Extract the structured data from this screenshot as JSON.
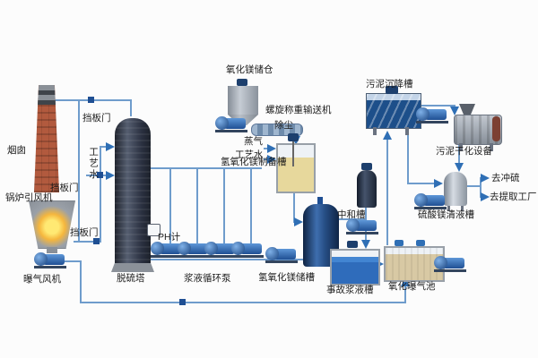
{
  "diagram": {
    "labels": {
      "chimney": "烟囱",
      "boiler_fan": "锅炉引风机",
      "aeration_fan": "曝气风机",
      "damper_top": "挡板门",
      "damper_mid": "挡板门",
      "damper_bottom": "挡板门",
      "process_water_tower": "工艺水",
      "tower": "脱硫塔",
      "ph_meter": "PH计",
      "circulation_pump": "浆液循环泵",
      "mgo_silo": "氧化镁储仓",
      "screw_conveyor": "螺旋称重输送机",
      "dust_removal": "除尘",
      "steam": "蒸气",
      "process_water_prep": "工艺水",
      "mgoh_prep_tank": "氢氧化镁制备槽",
      "mgoh_storage_tank": "氢氧化镁储槽",
      "neutralization_tank": "中和槽",
      "accident_slurry_tank": "事故浆液槽",
      "oxidation_pool": "氧化曝气池",
      "sludge_settler": "污泥沉降槽",
      "sludge_dryer": "污泥干化设备",
      "mgso4_clear_tank": "硫酸镁清液槽",
      "to_sulfur_flush": "去冲硫",
      "to_extraction_plant": "去提取工厂"
    },
    "colors": {
      "pipe": "#6f9ccc",
      "arrow": "#2f6fb5",
      "pump_blue": "#2f6fb5",
      "tower_dark": "#2a3040",
      "brick_red": "#b25a3e",
      "liquid_blue": "#4285d2",
      "slurry_tan": "#d8c9a4",
      "prep_yellow": "#e7d89c",
      "navy_tank": "#274f86"
    }
  }
}
